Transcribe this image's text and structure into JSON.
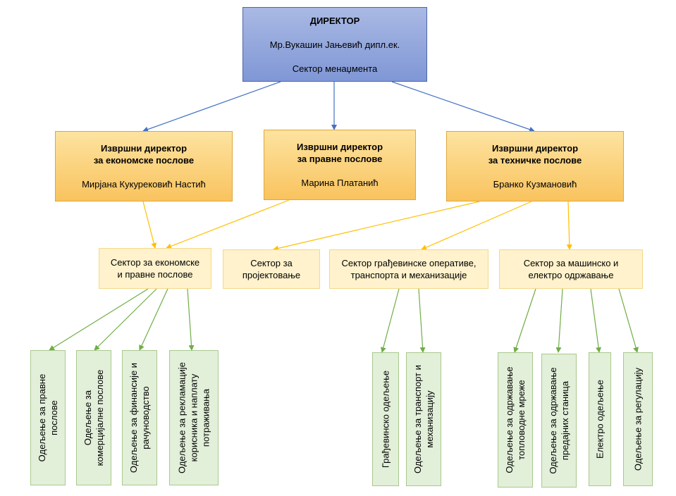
{
  "director": {
    "title": "ДИРЕКТОР",
    "name": "Мр.Вукашин Јањевић дипл.ек.",
    "unit": "Сектор менаџмента"
  },
  "executives": [
    {
      "line1": "Извршни директор",
      "line2": "за економске послове",
      "name": "Мирјана Кукурековић Настић"
    },
    {
      "line1": "Извршни директор",
      "line2": "за правне послове",
      "name": "Марина Платанић"
    },
    {
      "line1": "Извршни директор",
      "line2": "за техничке послове",
      "name": "Бранко Кузмановић"
    }
  ],
  "sectors": [
    {
      "line1": "Сектор за економске",
      "line2": "и правне послове"
    },
    {
      "line1": "Сектор за",
      "line2": "пројектовање"
    },
    {
      "line1": "Сектор грађевинске оперативе,",
      "line2": "транспорта и механизације"
    },
    {
      "line1": "Сектор за машинско и",
      "line2": "електро одржавање"
    }
  ],
  "departments": [
    {
      "line1": "Одељење за правне",
      "line2": "послове"
    },
    {
      "line1": "Одељење за",
      "line2": "комерцијалне послове"
    },
    {
      "line1": "Одељење за финансије и",
      "line2": "рачуноводство"
    },
    {
      "line1": "Одељење за рекламације",
      "line2": "корисника и наплату",
      "line3": "потраживања"
    },
    {
      "line1": "Грађевинско одељење"
    },
    {
      "line1": "Одељење за транспорт и",
      "line2": "механизацију"
    },
    {
      "line1": "Одељење за одржавање",
      "line2": "топловодне мреже"
    },
    {
      "line1": "Одељење за одржавање",
      "line2": "предајних станица"
    },
    {
      "line1": "Електро одељење"
    },
    {
      "line1": "Одељење за регулацију"
    }
  ],
  "colors": {
    "director_connector": "#4472c4",
    "executive_connector": "#ffc000",
    "sector_connector": "#70ad47"
  }
}
